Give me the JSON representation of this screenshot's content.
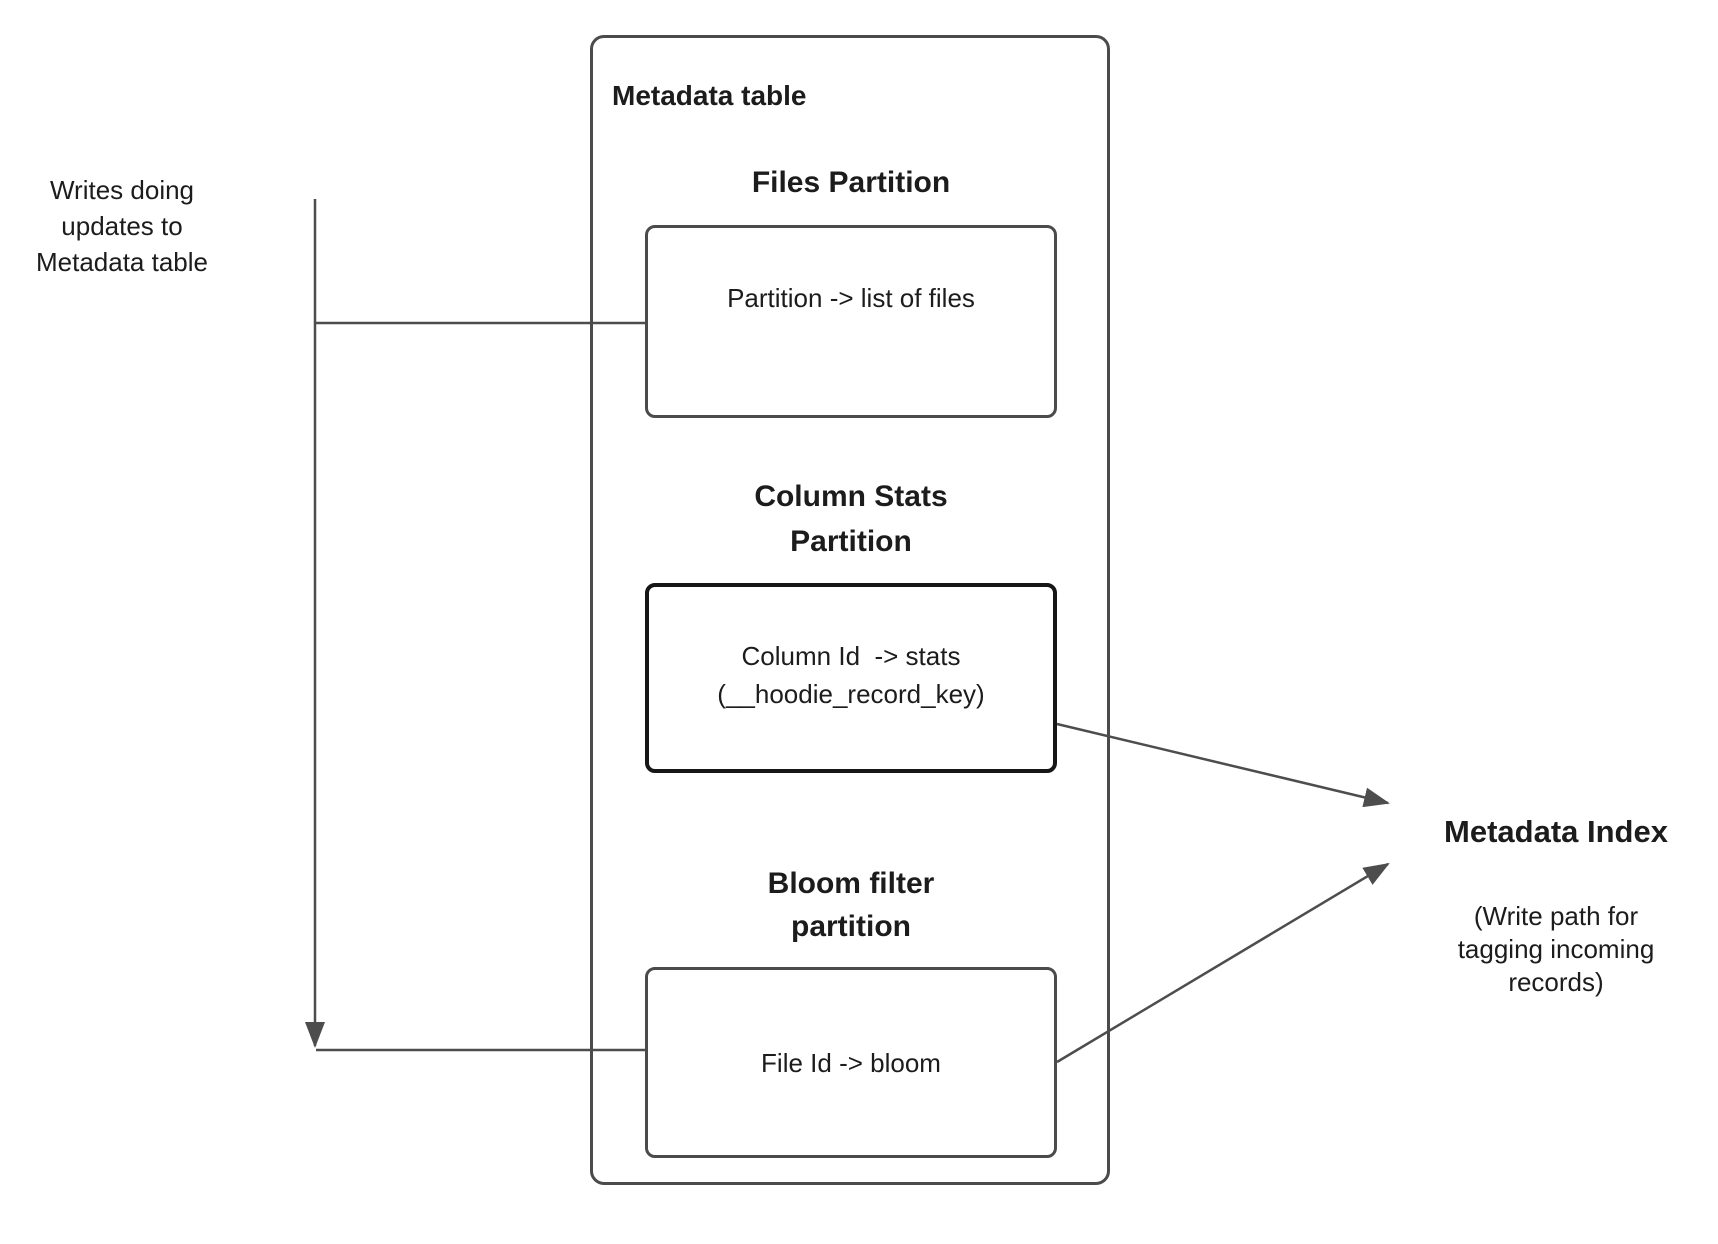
{
  "colors": {
    "connector_line": "#4d4d4d",
    "box_border": "#4b4b4b",
    "emphasis_box_border": "#161616",
    "text": "#1c1c1c",
    "background": "#ffffff"
  },
  "writes_note": {
    "lines": [
      "Writes doing",
      "updates to",
      "Metadata table"
    ]
  },
  "metadata_table": {
    "title": "Metadata table",
    "partitions": [
      {
        "heading_lines": [
          "Files Partition"
        ],
        "body_lines": [
          "Partition -> list of files"
        ]
      },
      {
        "heading_lines": [
          "Column Stats",
          "Partition"
        ],
        "body_lines": [
          "Column Id  -> stats",
          "(__hoodie_record_key)"
        ]
      },
      {
        "heading_lines": [
          "Bloom filter",
          "partition"
        ],
        "body_lines": [
          "File Id -> bloom"
        ]
      }
    ]
  },
  "metadata_index": {
    "title": "Metadata Index",
    "note_lines": [
      "(Write path for",
      "tagging incoming",
      "records)"
    ]
  },
  "icons": {
    "down_arrow": "arrowhead-down",
    "right_arrows": "arrowhead-right"
  }
}
